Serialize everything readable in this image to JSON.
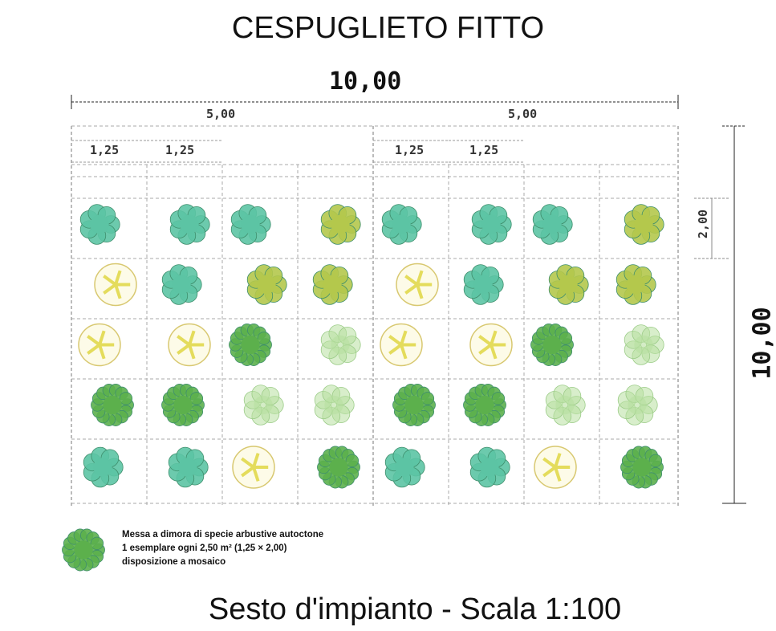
{
  "title": "CESPUGLIETO FITTO",
  "caption": "Sesto d'impianto - Scala 1:100",
  "dimensions": {
    "total_width": "10,00",
    "total_height": "10,00",
    "half_width": "5,00",
    "cell_width": "1,25",
    "row_height": "2,00"
  },
  "legend": {
    "line1": "Messa a dimora di specie arbustive autoctone",
    "line2": "1 esemplare ogni 2,50 m² (1,25 × 2,00)",
    "line3": "disposizione a mosaico"
  },
  "colors": {
    "teal": "#5cc4a4",
    "yellow": "#e4dc5c",
    "dark_green": "#5cb04c",
    "light_green": "#b8e0a0",
    "olive": "#b4c84c"
  },
  "grid": [
    [
      "teal",
      "teal",
      "teal",
      "olive",
      "teal",
      "teal",
      "teal",
      "olive"
    ],
    [
      "yellow",
      "teal",
      "olive",
      "olive",
      "yellow",
      "teal",
      "olive",
      "olive"
    ],
    [
      "yellow",
      "yellow",
      "dark_green",
      "light_green",
      "yellow",
      "yellow",
      "dark_green",
      "light_green"
    ],
    [
      "dark_green",
      "dark_green",
      "light_green",
      "light_green",
      "dark_green",
      "dark_green",
      "light_green",
      "light_green"
    ],
    [
      "teal",
      "teal",
      "yellow",
      "dark_green",
      "teal",
      "teal",
      "yellow",
      "dark_green"
    ]
  ]
}
